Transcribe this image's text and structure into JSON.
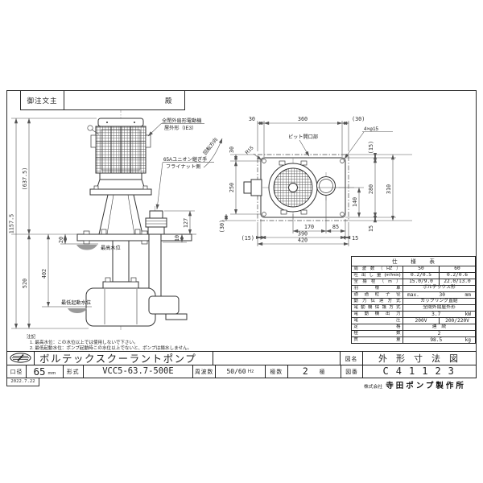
{
  "sheet": {
    "customer_label": "御注文主",
    "customer_honorific": "殿",
    "date": "2022.7.22",
    "company_prefix": "株式会社",
    "company_name": "寺田ポンプ製作所"
  },
  "notes": {
    "title": "注記",
    "line1": "1. 最高水位：この水位以上では使用しないで下さい。",
    "line2": "2. 最低起動水位：ポンプ起動時この水位以上でないと、ポンプは揚水しません。"
  },
  "front_view": {
    "labels": {
      "motor_line1": "全閉外扇形電動機",
      "motor_line2": "屋外形（IE3）",
      "rotation": "回転方向",
      "union_line1": "65Aユニオン継ぎ手",
      "union_line2": "フライナット側",
      "max_water": "最高水位",
      "min_water": "最低起動水位"
    },
    "dims": {
      "total_height": "1157.5",
      "above_plate": "(637.5)",
      "below_plate": "520",
      "min_water": "402",
      "max_water": "20",
      "plate": "10",
      "union_height": "127"
    }
  },
  "plan_view": {
    "labels": {
      "pit_opening": "ピット開口部",
      "holes": "4×φ15",
      "fillet": "R15"
    },
    "dims": {
      "top_left": "30",
      "top_span": "360",
      "top_right": "(30)",
      "left_top": "30",
      "left_span": "250",
      "left_bottom": "(30)",
      "right_top": "(15)",
      "right_span": "280",
      "right_bottom": "15",
      "right_total": "310",
      "center_to_edge": "140",
      "bottom_centers": "170",
      "bottom_to_edge": "85",
      "bottom_left": "(15)",
      "bottom_plate": "390",
      "bottom_right": "15",
      "bottom_total": "420"
    }
  },
  "spec_table": {
    "title": "仕　様　表",
    "rows": [
      {
        "label": "周波数（HZ）",
        "c1": "50",
        "c2": "60"
      },
      {
        "label": "吐出し量(m³/min)",
        "c1": "0.2/0.5",
        "c2": "0.2/0.6"
      },
      {
        "label": "全揚程（m）",
        "c1": "15.0/9.0",
        "c2": "22.0/13.0"
      },
      {
        "label": "羽根車",
        "c1": "ボルテックス形"
      },
      {
        "label": "通過粒子径",
        "c1": "max.",
        "c2": "30",
        "c3": "mm"
      },
      {
        "label": "動力伝達方式",
        "c1": "カップリング直結"
      },
      {
        "label": "電動機保護方式",
        "c1": "全閉外扇屋外形"
      },
      {
        "label": "電動機出力",
        "c1": "3.7",
        "c3": "kW"
      },
      {
        "label": "電圧",
        "c1": "200V",
        "c2": "200/220V"
      },
      {
        "label": "定格",
        "c1": "連　続"
      },
      {
        "label": "極数",
        "c1": "2"
      },
      {
        "label": "質量",
        "c1": "98.5",
        "c3": "kg"
      }
    ]
  },
  "title_block": {
    "pump_name": "ボルテックスクーラントポンプ",
    "bore_label": "口径",
    "bore_value": "65",
    "bore_unit": "mm",
    "model_label": "形式",
    "model_value": "VCC5-63.7-500E",
    "freq_label": "周波数",
    "freq_value": "50/60",
    "freq_unit": "Hz",
    "poles_label": "極数",
    "poles_value": "2",
    "poles_unit": "極",
    "drawing_title_label": "図名",
    "drawing_title": "外形寸法図",
    "drawing_no_label": "図番",
    "drawing_no": "C41123"
  }
}
